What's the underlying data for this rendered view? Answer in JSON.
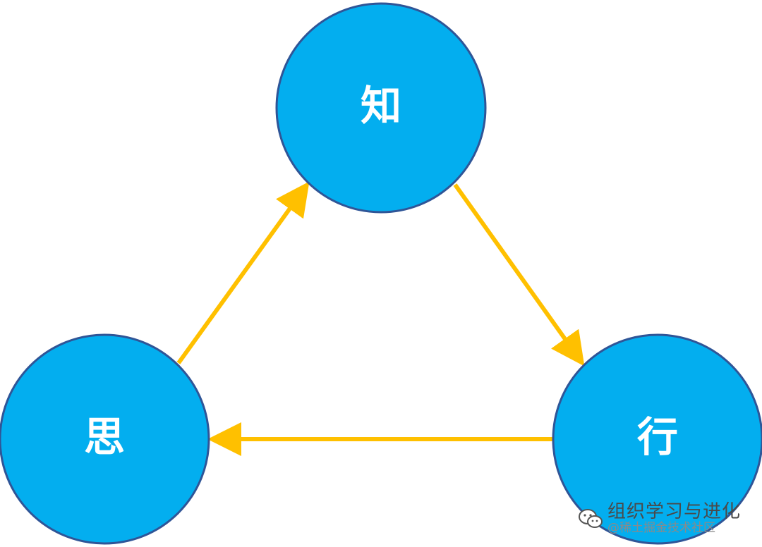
{
  "nodes": {
    "top": {
      "label": "知"
    },
    "right": {
      "label": "行"
    },
    "left": {
      "label": "思"
    }
  },
  "colors": {
    "node_fill": "#03AEEF",
    "node_stroke": "#2F5597",
    "arrow": "#FFC000",
    "label": "#FFFFFF"
  },
  "watermark": {
    "title": "组织学习与进化",
    "subtitle": "@稀土掘金技术社区",
    "icon": "wechat-icon"
  }
}
